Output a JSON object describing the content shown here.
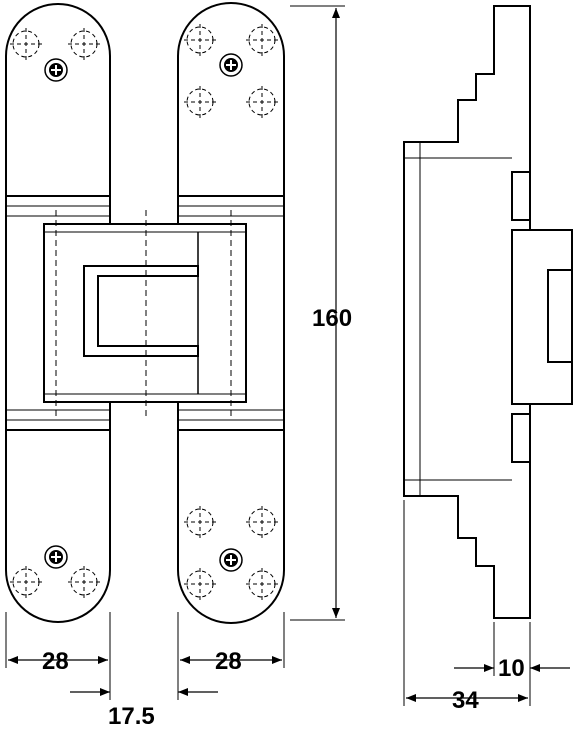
{
  "dimensions": {
    "height": "160",
    "left_width": "28",
    "right_width": "28",
    "offset": "17.5",
    "side_depth": "34",
    "side_plate": "10"
  }
}
